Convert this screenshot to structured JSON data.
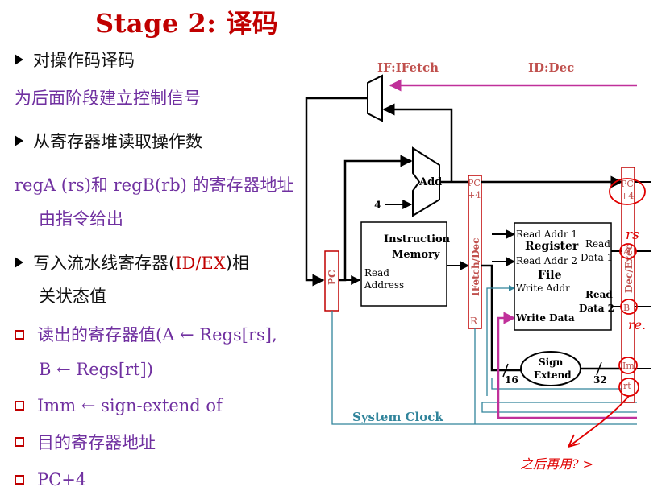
{
  "slide": {
    "title": "Stage 2: 译码",
    "bullets": [
      {
        "style": "arrow",
        "color": "black",
        "text": "对操作码译码"
      },
      {
        "style": "none",
        "color": "purple",
        "text": "为后面阶段建立控制信号"
      },
      {
        "style": "arrow",
        "color": "black",
        "text": "从寄存器堆读取操作数"
      },
      {
        "style": "none",
        "color": "purple",
        "text_before": "regA (rs)和 regB(rb) 的寄存器地址",
        "text_line2": "由指令给出"
      },
      {
        "style": "arrow",
        "color": "black",
        "text_before": "写入流水线寄存器(",
        "text_red": "ID/EX",
        "text_after": ")相",
        "text_line2": "关状态值"
      },
      {
        "style": "square",
        "color": "purple",
        "text": "读出的寄存器值(A ← Regs[rs],",
        "text_line2": "B ← Regs[rt])"
      },
      {
        "style": "square",
        "color": "purple",
        "text": "Imm ← sign-extend of"
      },
      {
        "style": "square",
        "color": "purple",
        "text": "目的寄存器地址"
      },
      {
        "style": "square",
        "color": "purple",
        "text": "PC+4"
      }
    ]
  },
  "diagram": {
    "stage_labels": {
      "fetch": "IF:IFetch",
      "decode": "ID:Dec"
    },
    "add_label": "Add",
    "const_four": "4",
    "instruction_memory": {
      "title_line1": "Instruction",
      "title_line2": "Memory",
      "port_line1": "Read",
      "port_line2": "Address"
    },
    "pc_label": "PC",
    "ifdec": {
      "name": "IFetch/Dec",
      "pc4_line1": "PC",
      "pc4_line2": "+4",
      "r": "R"
    },
    "register_file": {
      "read_addr1": "Read Addr 1",
      "read_addr2": "Read Addr 2",
      "title_line1": "Register",
      "title_line2": "File",
      "write_addr": "Write Addr",
      "write_data": "Write Data",
      "read_data1_line1": "Read",
      "read_data1_line2": "Data 1",
      "read_data2_line1": "Read",
      "read_data2_line2": "Data 2"
    },
    "sign_extend": {
      "line1": "Sign",
      "line2": "Extend",
      "in_width": "16",
      "out_width": "32"
    },
    "decexec": {
      "name": "Dec/Exec",
      "pc4_line1": "PC",
      "pc4_line2": "+4",
      "a": "A",
      "b": "B",
      "imm": "Im",
      "rt": "rt"
    },
    "system_clock": "System Clock",
    "handwriting": {
      "rs": "rs",
      "re": "re.",
      "bottom": "之后再用? >"
    },
    "colors": {
      "pipeline_red": "#c00000",
      "label_red": "#c0504d",
      "teal": "#31849b",
      "magenta": "#c0309a",
      "stage_blue": "#c0504d"
    }
  }
}
